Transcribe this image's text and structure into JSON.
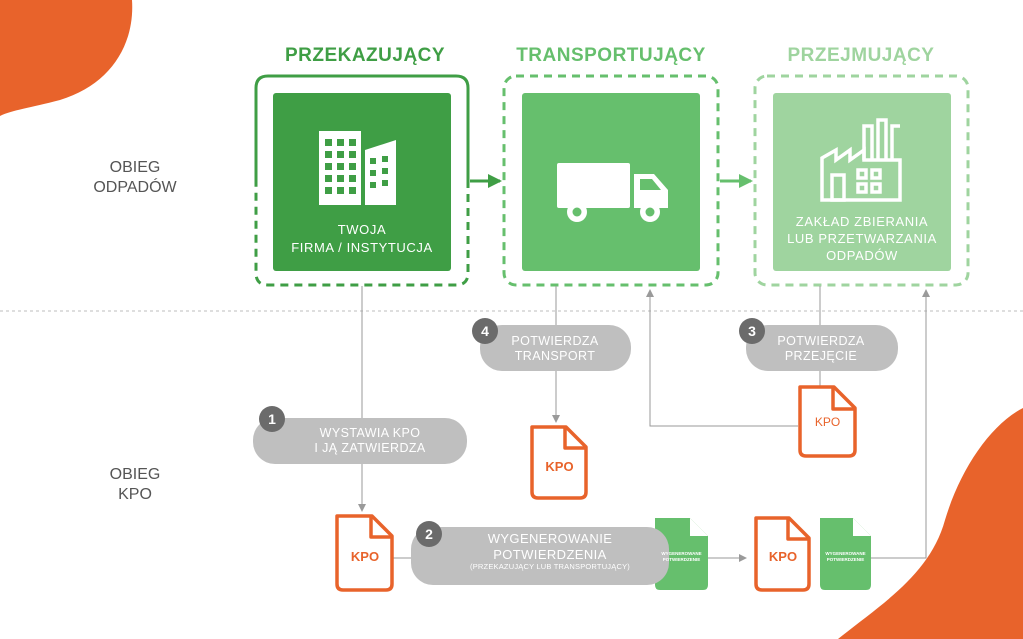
{
  "columns": {
    "przekazujacy": {
      "title": "PRZEKAZUJĄCY",
      "color": "#3f9e45",
      "box_label": [
        "TWOJA",
        "FIRMA / INSTYTUCJA"
      ],
      "icon": "office-building-icon"
    },
    "transportujacy": {
      "title": "TRANSPORTUJĄCY",
      "color": "#66bf6d",
      "icon": "truck-icon"
    },
    "przejmujacy": {
      "title": "PRZEJMUJĄCY",
      "color": "#9fd49f",
      "box_label": [
        "ZAKŁAD ZBIERANIA",
        "LUB PRZETWARZANIA",
        "ODPADÓW"
      ],
      "icon": "factory-icon"
    }
  },
  "side_labels": {
    "obieg_odpadow": [
      "OBIEG",
      "ODPADÓW"
    ],
    "obieg_kpo": [
      "OBIEG",
      "KPO"
    ]
  },
  "steps": [
    {
      "number": "1",
      "text": [
        "WYSTAWIA KPO",
        "I JĄ ZATWIERDZA"
      ]
    },
    {
      "number": "2",
      "text": [
        "WYGENEROWANIE",
        "POTWIERDZENIA"
      ],
      "subtext": "(PRZEKAZUJĄCY LUB TRANSPORTUJĄCY)"
    },
    {
      "number": "3",
      "text": [
        "POTWIERDZA",
        "PRZEJĘCIE"
      ]
    },
    {
      "number": "4",
      "text": [
        "POTWIERDZA",
        "TRANSPORT"
      ]
    }
  ],
  "documents": {
    "kpo_label": "KPO",
    "confirmation_label": [
      "WYGENEROWANE",
      "POTWIERDZENIE"
    ]
  },
  "colors": {
    "orange": "#e8632b",
    "pill_gray": "#bfbfbf",
    "badge_gray": "#6b6b6b",
    "line_gray": "#9a9a9a",
    "side_text": "#555555"
  }
}
